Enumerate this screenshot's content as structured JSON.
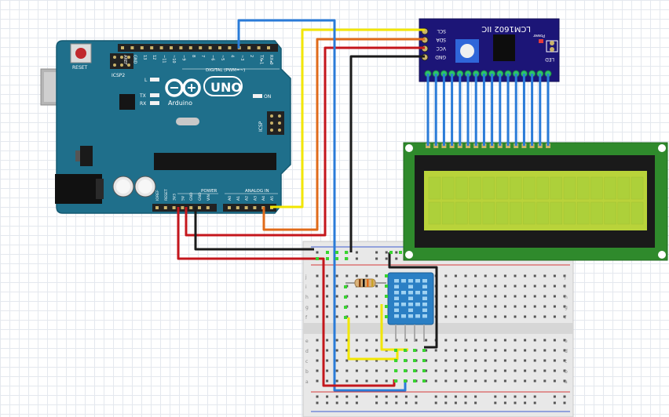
{
  "arduino": {
    "brand": "Arduino",
    "model": "UNO",
    "reset_label": "RESET",
    "icsp2_label": "ICSP2",
    "icsp_label": "ICSP",
    "led_l": "L",
    "led_tx": "TX",
    "led_rx": "RX",
    "led_on": "ON",
    "digital_label": "DIGITAL (PWM=~)",
    "power_label": "POWER",
    "analog_label": "ANALOG IN",
    "digital_pins": [
      "AREF",
      "GND",
      "13",
      "12",
      "~11",
      "~10",
      "~9",
      "8",
      "7",
      "~6",
      "~5",
      "4",
      "~3",
      "2",
      "TX▸1",
      "RX◂0"
    ],
    "power_pins": [
      "IOREF",
      "RESET",
      "3V3",
      "5V",
      "GND",
      "GND",
      "VIN"
    ],
    "analog_pins": [
      "A0",
      "A1",
      "A2",
      "A3",
      "A4",
      "A5"
    ]
  },
  "i2c_module": {
    "title": "LCM1602 IIC",
    "pins": [
      "SCL",
      "SDA",
      "VCC",
      "GND"
    ],
    "power_label": "Power",
    "led_label": "LED"
  },
  "colors": {
    "board": "#1f6f8b",
    "module": "#1c1577",
    "lcd_pcb": "#2f8a2c",
    "lcd_screen": "#b9d33a",
    "wire_red": "#c4161c",
    "wire_black": "#1a1a1a",
    "wire_yellow": "#f2e600",
    "wire_orange": "#e06b1a",
    "wire_blue": "#2a7bd8"
  }
}
